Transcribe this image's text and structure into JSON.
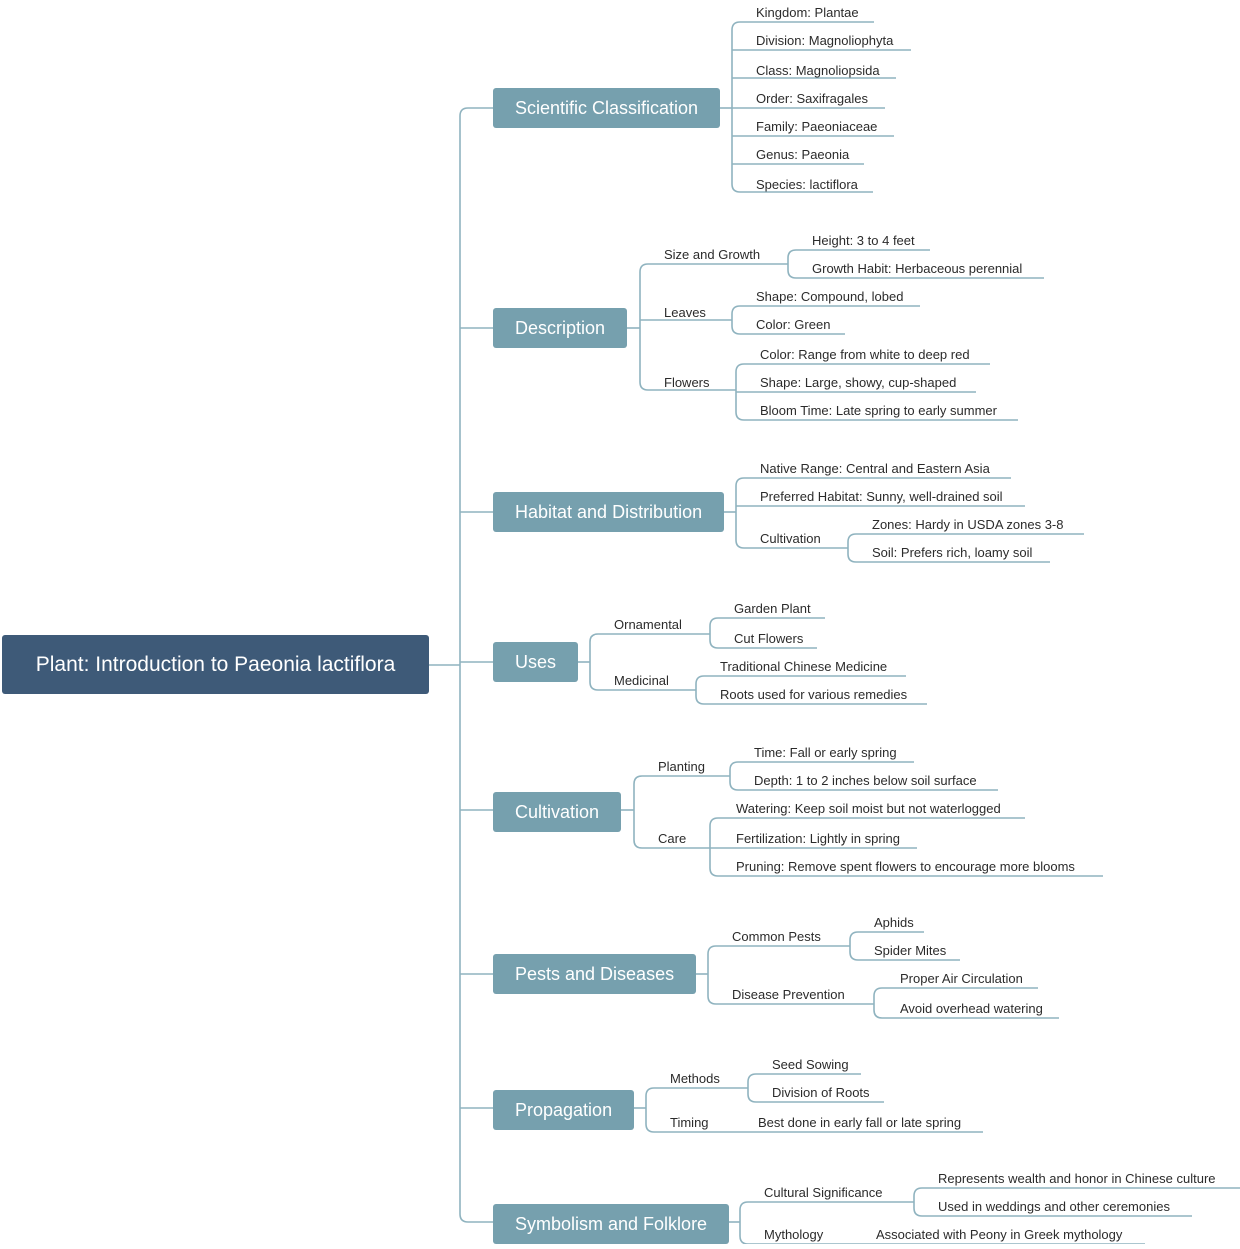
{
  "root": {
    "label": "Plant: Introduction to Paeonia lactiflora"
  },
  "branches": {
    "classification": {
      "label": "Scientific Classification",
      "items": [
        "Kingdom: Plantae",
        "Division: Magnoliophyta",
        "Class: Magnoliopsida",
        "Order: Saxifragales",
        "Family: Paeoniaceae",
        "Genus: Paeonia",
        "Species: lactiflora"
      ]
    },
    "description": {
      "label": "Description",
      "size_growth": {
        "label": "Size and Growth",
        "items": [
          "Height: 3 to 4 feet",
          "Growth Habit: Herbaceous perennial"
        ]
      },
      "leaves": {
        "label": "Leaves",
        "items": [
          "Shape: Compound, lobed",
          "Color: Green"
        ]
      },
      "flowers": {
        "label": "Flowers",
        "items": [
          "Color: Range from white to deep red",
          "Shape: Large, showy, cup-shaped",
          "Bloom Time: Late spring to early summer"
        ]
      }
    },
    "habitat": {
      "label": "Habitat and Distribution",
      "items": [
        "Native Range: Central and Eastern Asia",
        "Preferred Habitat: Sunny, well-drained soil"
      ],
      "cultivation": {
        "label": "Cultivation",
        "items": [
          "Zones: Hardy in USDA zones 3-8",
          "Soil: Prefers rich, loamy soil"
        ]
      }
    },
    "uses": {
      "label": "Uses",
      "ornamental": {
        "label": "Ornamental",
        "items": [
          "Garden Plant",
          "Cut Flowers"
        ]
      },
      "medicinal": {
        "label": "Medicinal",
        "items": [
          "Traditional Chinese Medicine",
          "Roots used for various remedies"
        ]
      }
    },
    "cultivation": {
      "label": "Cultivation",
      "planting": {
        "label": "Planting",
        "items": [
          "Time: Fall or early spring",
          "Depth: 1 to 2 inches below soil surface"
        ]
      },
      "care": {
        "label": "Care",
        "items": [
          "Watering: Keep soil moist but not waterlogged",
          "Fertilization: Lightly in spring",
          "Pruning: Remove spent flowers to encourage more blooms"
        ]
      }
    },
    "pests": {
      "label": "Pests and Diseases",
      "common_pests": {
        "label": "Common Pests",
        "items": [
          "Aphids",
          "Spider Mites"
        ]
      },
      "disease_prevention": {
        "label": "Disease Prevention",
        "items": [
          "Proper Air Circulation",
          "Avoid overhead watering"
        ]
      }
    },
    "propagation": {
      "label": "Propagation",
      "methods": {
        "label": "Methods",
        "items": [
          "Seed Sowing",
          "Division of Roots"
        ]
      },
      "timing": {
        "label": "Timing",
        "items": [
          "Best done in early fall or late spring"
        ]
      }
    },
    "symbolism": {
      "label": "Symbolism and Folklore",
      "cultural": {
        "label": "Cultural Significance",
        "items": [
          "Represents wealth and honor in Chinese culture",
          "Used in weddings and other ceremonies"
        ]
      },
      "mythology": {
        "label": "Mythology",
        "items": [
          "Associated with Peony in Greek mythology"
        ]
      }
    }
  }
}
